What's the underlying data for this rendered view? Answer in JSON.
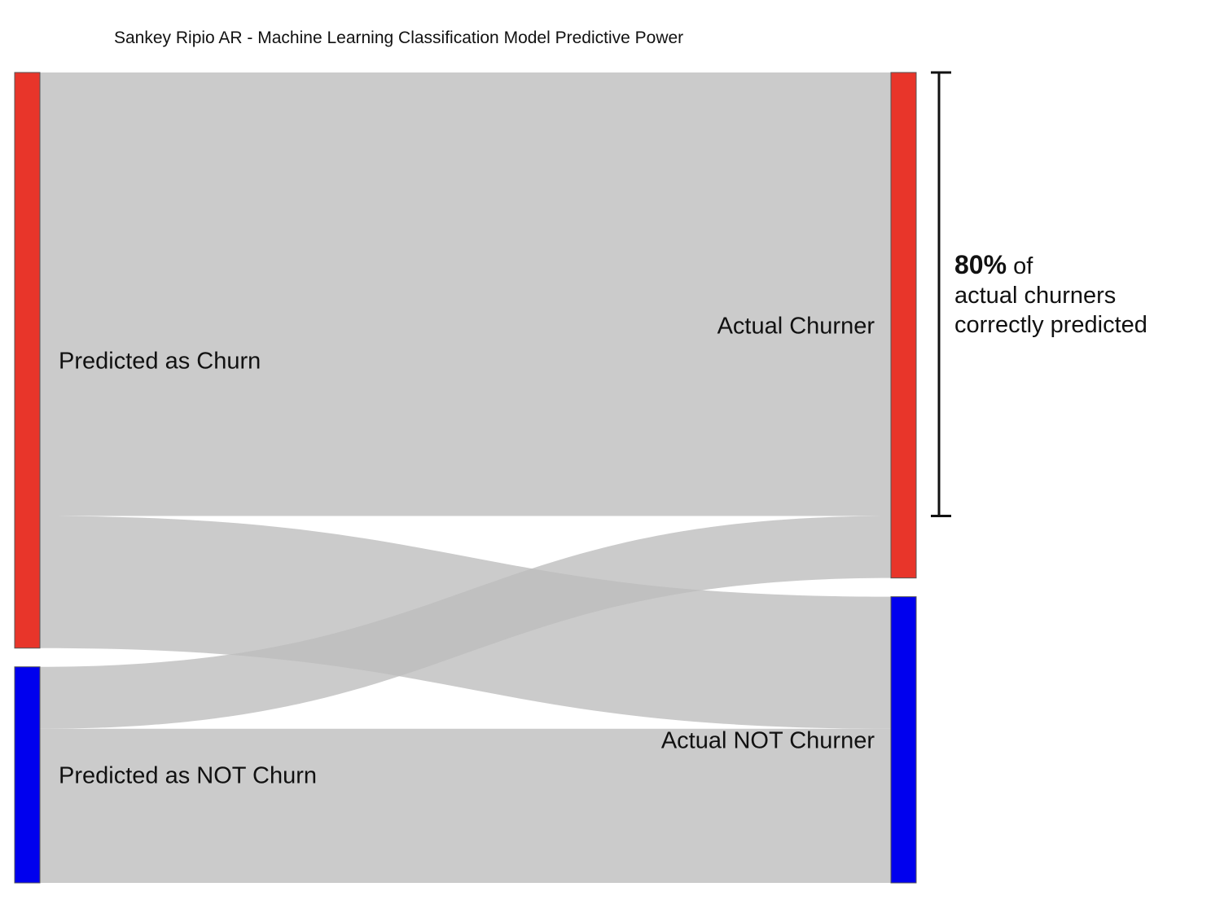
{
  "title": "Sankey Ripio AR - Machine Learning Classification Model Predictive Power",
  "colors": {
    "churn_node": "#e8352a",
    "not_churn_node": "#0000ee",
    "link": "#bdbdbd",
    "background": "#ffffff",
    "text": "#111111"
  },
  "chart_data": {
    "type": "sankey",
    "nodes": [
      {
        "id": "pred_churn",
        "label": "Predicted as Churn",
        "side": "left",
        "color": "#e8352a"
      },
      {
        "id": "pred_not_churn",
        "label": "Predicted as NOT Churn",
        "side": "left",
        "color": "#0000ee"
      },
      {
        "id": "actual_churner",
        "label": "Actual Churner",
        "side": "right",
        "color": "#e8352a"
      },
      {
        "id": "actual_not_churner",
        "label": "Actual NOT Churner",
        "side": "right",
        "color": "#0000ee"
      }
    ],
    "links": [
      {
        "source": "pred_churn",
        "target": "actual_churner",
        "value": 544
      },
      {
        "source": "pred_churn",
        "target": "actual_not_churner",
        "value": 162
      },
      {
        "source": "pred_not_churn",
        "target": "actual_churner",
        "value": 76
      },
      {
        "source": "pred_not_churn",
        "target": "actual_not_churner",
        "value": 189
      }
    ]
  },
  "annotation": {
    "percent": "80%",
    "of": " of",
    "line2": "actual churners",
    "line3": "correctly predicted"
  }
}
